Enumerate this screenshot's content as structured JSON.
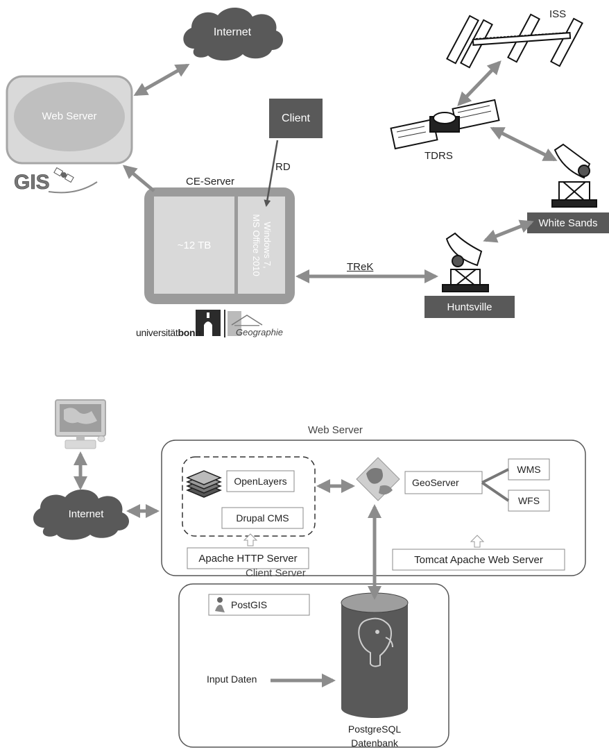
{
  "top": {
    "internet": "Internet",
    "web_server": "Web Server",
    "client": "Client",
    "rd": "RD",
    "ce_server": "CE-Server",
    "storage": "~12 TB",
    "windows_line1": "Windows 7,",
    "windows_line2": "MS Office 2010",
    "trek": "TReK",
    "iss": "ISS",
    "tdrs": "TDRS",
    "white_sands": "White Sands",
    "huntsville": "Huntsville",
    "logo_gis": "GIS",
    "logo_uni_a": "universität",
    "logo_uni_b": "bonn",
    "logo_geo": "Geographie"
  },
  "bottom": {
    "web_server": "Web Server",
    "internet": "Internet",
    "openlayers": "OpenLayers",
    "drupal": "Drupal CMS",
    "apache_http": "Apache HTTP Server",
    "geoserver": "GeoServer",
    "wms": "WMS",
    "wfs": "WFS",
    "tomcat": "Tomcat Apache Web Server",
    "client_server": "Client Server",
    "postgis": "PostGIS",
    "input_daten": "Input Daten",
    "postgresql": "PostgreSQL",
    "datenbank": "Datenbank"
  },
  "colors": {
    "dark_box": "#595959",
    "gray_frame": "#9b9b9b",
    "light_fill": "#d9d9d9",
    "arrow": "#8c8c8c"
  }
}
